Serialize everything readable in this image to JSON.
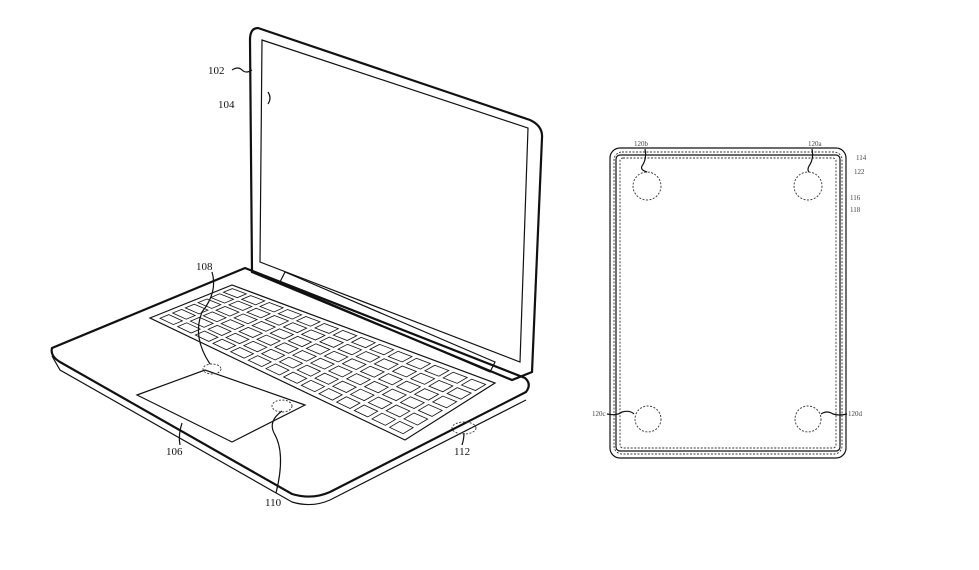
{
  "figure_left": {
    "labels": {
      "lid": "102",
      "display": "104",
      "sensor_keyboard": "108",
      "trackpad": "106",
      "sensor_trackpad": "110",
      "sensor_palm": "112"
    }
  },
  "figure_right": {
    "labels": {
      "top_left": "120b",
      "top_right": "120a",
      "bottom_left": "120c",
      "bottom_right": "120d",
      "outer_edge": "114",
      "layer_a": "122",
      "layer_b": "116",
      "layer_c": "118"
    }
  }
}
